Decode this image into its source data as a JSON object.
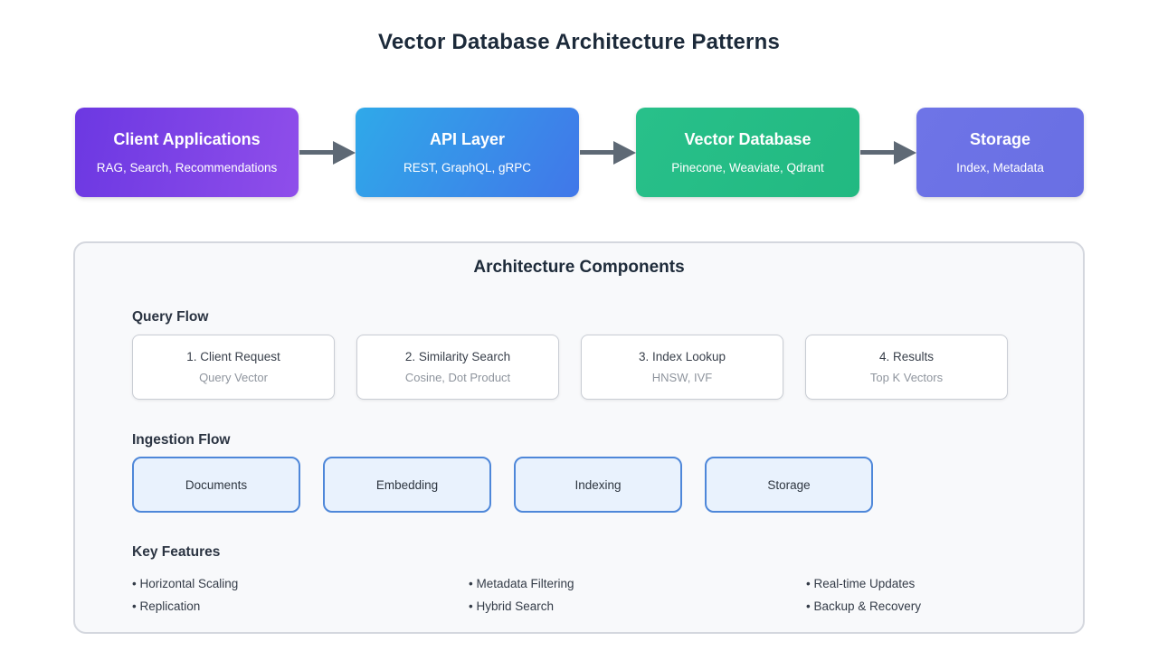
{
  "title": "Vector Database Architecture Patterns",
  "flow": {
    "arrow_color": "#5e6975",
    "nodes": [
      {
        "label": "Client Applications",
        "sublabel": "RAG, Search, Recommendations",
        "color_from": "#6c38e2",
        "color_to": "#8f4eea",
        "angle": "100deg"
      },
      {
        "label": "API Layer",
        "sublabel": "REST, GraphQL, gRPC",
        "color_from": "#2fa9e9",
        "color_to": "#4177e9",
        "angle": "120deg"
      },
      {
        "label": "Vector Database",
        "sublabel": "Pinecone, Weaviate, Qdrant",
        "color_from": "#28c08a",
        "color_to": "#22b981",
        "angle": "120deg"
      },
      {
        "label": "Storage",
        "sublabel": "Index, Metadata",
        "color_from": "#6e74e7",
        "color_to": "#696fe3",
        "angle": "120deg"
      }
    ]
  },
  "panel": {
    "title": "Architecture Components",
    "query_flow": {
      "heading": "Query Flow",
      "steps": [
        {
          "title": "1. Client Request",
          "subtitle": "Query Vector"
        },
        {
          "title": "2. Similarity Search",
          "subtitle": "Cosine, Dot Product"
        },
        {
          "title": "3. Index Lookup",
          "subtitle": "HNSW, IVF"
        },
        {
          "title": "4. Results",
          "subtitle": "Top K Vectors"
        }
      ]
    },
    "ingestion_flow": {
      "heading": "Ingestion Flow",
      "steps": [
        {
          "label": "Documents"
        },
        {
          "label": "Embedding"
        },
        {
          "label": "Indexing"
        },
        {
          "label": "Storage"
        }
      ]
    },
    "key_features": {
      "heading": "Key Features",
      "columns": [
        {
          "items": [
            "• Horizontal Scaling",
            "• Replication"
          ]
        },
        {
          "items": [
            "• Metadata Filtering",
            "• Hybrid Search"
          ]
        },
        {
          "items": [
            "• Real-time Updates",
            "• Backup & Recovery"
          ]
        }
      ]
    }
  }
}
